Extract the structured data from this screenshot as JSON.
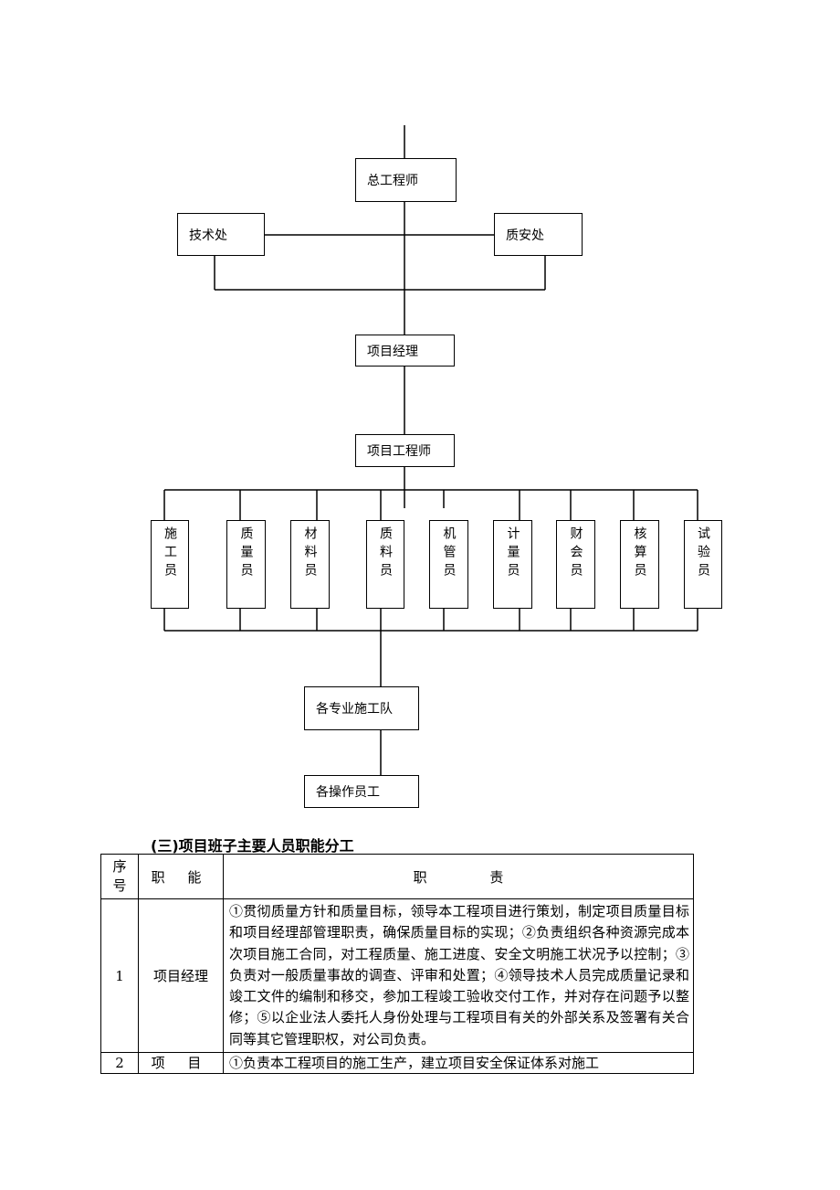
{
  "org_chart": {
    "chief_engineer": "总工程师",
    "tech_dept": "技术处",
    "quality_safety_dept": "质安处",
    "project_manager": "项目经理",
    "project_engineer": "项目工程师",
    "staff": [
      {
        "key": "construction",
        "label": "施工员"
      },
      {
        "key": "quality",
        "label": "质量员"
      },
      {
        "key": "materials",
        "label": "材料员"
      },
      {
        "key": "quality-material",
        "label": "质料员"
      },
      {
        "key": "machinery",
        "label": "机管员"
      },
      {
        "key": "metering",
        "label": "计量员"
      },
      {
        "key": "accounting",
        "label": "财会员"
      },
      {
        "key": "costing",
        "label": "核算员"
      },
      {
        "key": "testing",
        "label": "试验员"
      }
    ],
    "teams": "各专业施工队",
    "workers": "各操作员工"
  },
  "section_title": "(三)项目班子主要人员职能分工",
  "table": {
    "headers": {
      "no": "序号",
      "function": "职 能",
      "duty": "职 责"
    },
    "rows": [
      {
        "no": "1",
        "function": "项目经理",
        "duty": "①贯彻质量方针和质量目标，领导本工程项目进行策划，制定项目质量目标和项目经理部管理职责，确保质量目标的实现；②负责组织各种资源完成本次项目施工合同，对工程质量、施工进度、安全文明施工状况予以控制；③负责对一般质量事故的调查、评审和处置；④领导技术人员完成质量记录和竣工文件的编制和移交，参加工程竣工验收交付工作，并对存在问题予以整修；⑤以企业法人委托人身份处理与工程项目有关的外部关系及签署有关合同等其它管理职权，对公司负责。"
      },
      {
        "no": "2",
        "function": "项 目",
        "duty": "①负责本工程项目的施工生产，建立项目安全保证体系对施工"
      }
    ]
  }
}
